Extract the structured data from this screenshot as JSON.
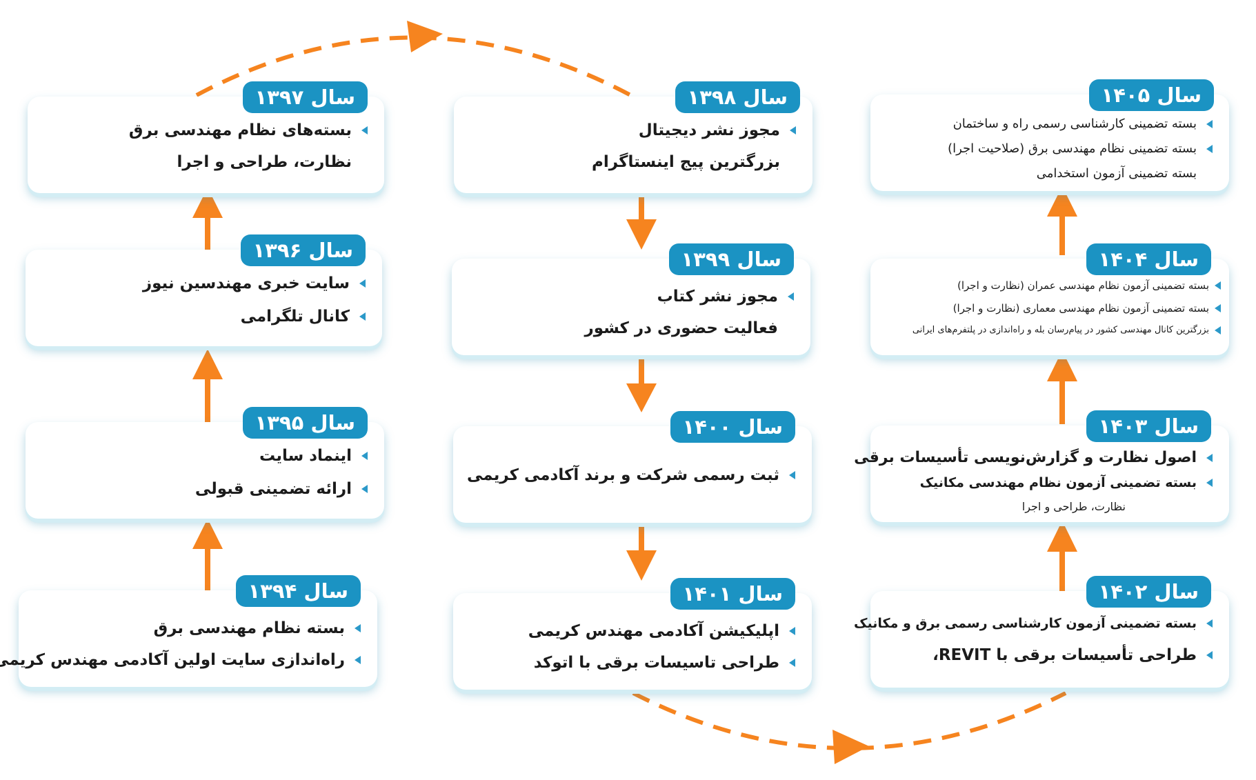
{
  "colors": {
    "badge": "#1b93c3",
    "arrow": "#f6841f",
    "bullet": "#2b99c9"
  },
  "cards": [
    {
      "id": "1394",
      "year": "سال ۱۳۹۴",
      "items": [
        {
          "text": "بسته نظام مهندسی برق",
          "bullet": true
        },
        {
          "text": "راه‌اندازی سایت اولین آکادمی مهندس کریمی",
          "bullet": true
        }
      ]
    },
    {
      "id": "1395",
      "year": "سال ۱۳۹۵",
      "items": [
        {
          "text": "اینماد سایت",
          "bullet": true
        },
        {
          "text": "ارائه تضمینی قبولی",
          "bullet": true
        }
      ]
    },
    {
      "id": "1396",
      "year": "سال ۱۳۹۶",
      "items": [
        {
          "text": "سایت خبری مهندسین نیوز",
          "bullet": true
        },
        {
          "text": "کانال تلگرامی",
          "bullet": true
        }
      ]
    },
    {
      "id": "1397",
      "year": "سال ۱۳۹۷",
      "items": [
        {
          "text": "بسته‌های نظام مهندسی برق",
          "bullet": true
        },
        {
          "text": "نظارت، طراحی و اجرا",
          "bullet": false
        }
      ]
    },
    {
      "id": "1398",
      "year": "سال ۱۳۹۸",
      "items": [
        {
          "text": "مجوز نشر دیجیتال",
          "bullet": true
        },
        {
          "text": "بزرگترین پیج اینستاگرام",
          "bullet": false
        }
      ]
    },
    {
      "id": "1399",
      "year": "سال ۱۳۹۹",
      "items": [
        {
          "text": "مجوز نشر کتاب",
          "bullet": true
        },
        {
          "text": "فعالیت حضوری در کشور",
          "bullet": false
        }
      ]
    },
    {
      "id": "1400",
      "year": "سال ۱۴۰۰",
      "items": [
        {
          "text": "ثبت رسمی شرکت و برند آکادمی کریمی",
          "bullet": true
        }
      ]
    },
    {
      "id": "1401",
      "year": "سال ۱۴۰۱",
      "items": [
        {
          "text": "اپلیکیشن آکادمی مهندس کریمی",
          "bullet": true
        },
        {
          "text": "طراحی تاسیسات برقی با اتوکد",
          "bullet": true
        }
      ]
    },
    {
      "id": "1402",
      "year": "سال ۱۴۰۲",
      "items": [
        {
          "text": "بسته تضمینی آزمون کارشناسی رسمی برق و مکانیک",
          "bullet": true
        },
        {
          "text": "طراحی تأسیسات برقی با REVIT،",
          "bullet": true
        }
      ]
    },
    {
      "id": "1403",
      "year": "سال ۱۴۰۳",
      "items": [
        {
          "text": "اصول نظارت و گزارش‌نویسی تأسیسات برقی",
          "bullet": true
        },
        {
          "text": "بسته تضمینی آزمون نظام مهندسی مکانیک",
          "bullet": true
        },
        {
          "text": "نظارت، طراحی و اجرا",
          "bullet": false
        }
      ]
    },
    {
      "id": "1404",
      "year": "سال ۱۴۰۴",
      "items": [
        {
          "text": "بسته تضمینی آزمون نظام مهندسی عمران (نظارت و اجرا)",
          "bullet": true
        },
        {
          "text": "بسته تضمینی آزمون نظام مهندسی معماری (نظارت و اجرا)",
          "bullet": true
        },
        {
          "text": "بزرگترین کانال مهندسی کشور در پیام‌رسان بله و راه‌اندازی در پلتفرم‌های ایرانی",
          "bullet": true
        }
      ]
    },
    {
      "id": "1405",
      "year": "سال ۱۴۰۵",
      "items": [
        {
          "text": "بسته تضمینی کارشناسی رسمی راه و ساختمان",
          "bullet": true
        },
        {
          "text": "بسته تضمینی نظام مهندسی برق (صلاحیت اجرا)",
          "bullet": true
        },
        {
          "text": "بسته تضمینی آزمون استخدامی",
          "bullet": false
        }
      ]
    }
  ]
}
